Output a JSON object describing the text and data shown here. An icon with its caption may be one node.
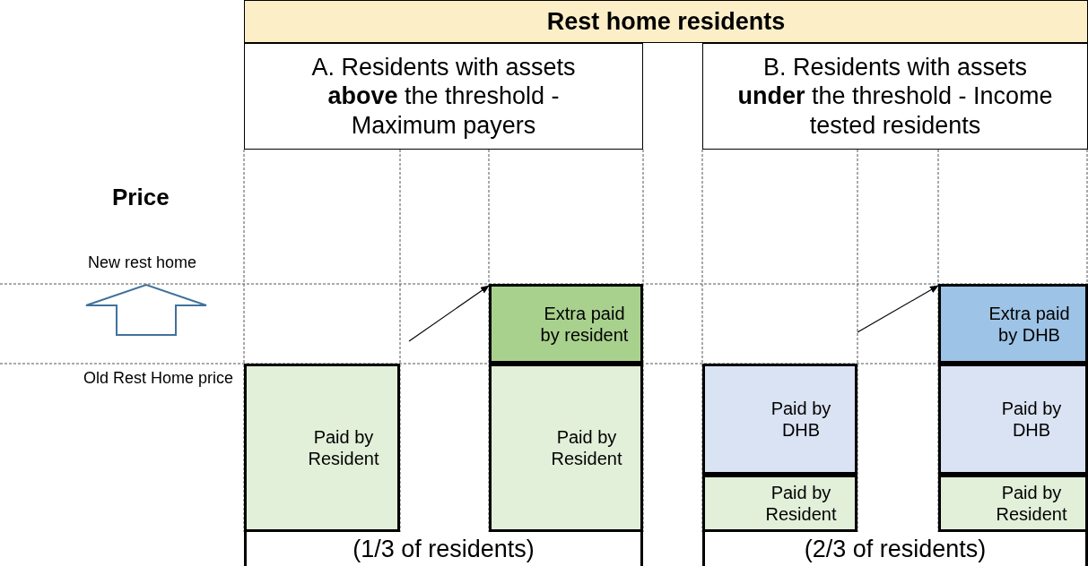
{
  "diagram": {
    "nodes": [
      {
        "text": [
          "Rest home residents"
        ]
      },
      {
        "text": [
          "A. Residents with assets **above** the threshold - Maximum payers"
        ]
      },
      {
        "text": [
          "B. Residents with assets **under** the threshold - Income tested residents"
        ]
      },
      {
        "text": [
          "Paid by Resident"
        ]
      },
      {
        "text": [
          "Extra paid by resident"
        ]
      },
      {
        "text": [
          "Paid by Resident"
        ]
      },
      {
        "text": [
          "Paid by DHB"
        ]
      },
      {
        "text": [
          "Paid by Resident"
        ]
      },
      {
        "text": [
          "Extra paid by DHB"
        ]
      },
      {
        "text": [
          "Paid by DHB"
        ]
      },
      {
        "text": [
          "Paid by Resident"
        ]
      },
      {
        "text": [
          "(1/3 of residents)"
        ]
      },
      {
        "text": [
          "(2/3 of residents)"
        ]
      }
    ],
    "edges": [
      {
        "from": null,
        "to": 4,
        "arrow": "to"
      },
      {
        "from": null,
        "to": 8,
        "arrow": "to"
      }
    ],
    "labels": [
      "Price",
      "New rest home",
      "Old Rest Home price"
    ]
  }
}
